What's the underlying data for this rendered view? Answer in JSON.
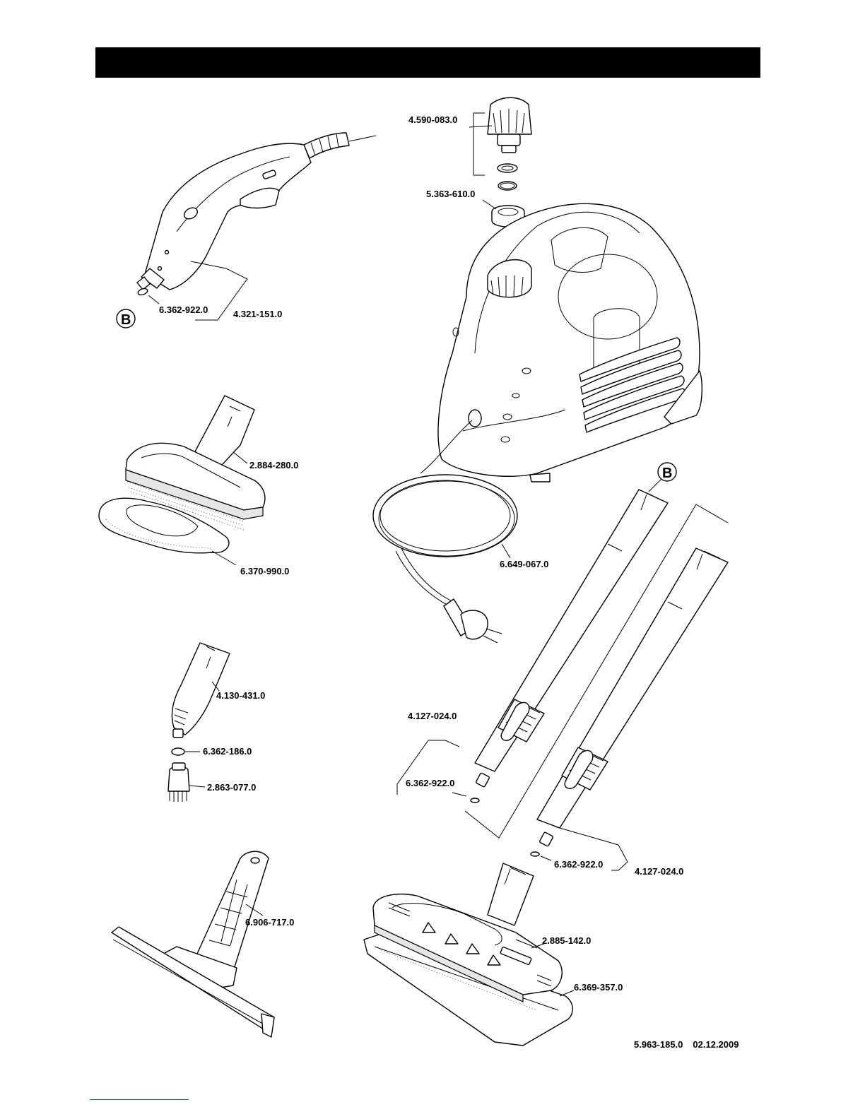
{
  "header": {
    "title": ""
  },
  "parts": {
    "cap": "4.590-083.0",
    "seal_ring": "5.363-610.0",
    "gun_oring": "6.362-922.0",
    "steam_gun": "4.321-151.0",
    "floor_brush_small": "2.884-280.0",
    "terry_cover": "6.370-990.0",
    "power_cord": "6.649-067.0",
    "detail_nozzle": "4.130-431.0",
    "nozzle_oring": "6.362-186.0",
    "round_brush": "2.863-077.0",
    "window_nozzle": "6.906-717.0",
    "tube_left": "4.127-024.0",
    "tube_left_oring": "6.362-922.0",
    "tube_right_oring": "6.362-922.0",
    "tube_right": "4.127-024.0",
    "floor_nozzle": "2.885-142.0",
    "floor_cloth": "6.369-357.0"
  },
  "callouts": {
    "b_left": "B",
    "b_right": "B"
  },
  "footer": {
    "doc_number": "5.963-185.0",
    "date": "02.12.2009"
  }
}
